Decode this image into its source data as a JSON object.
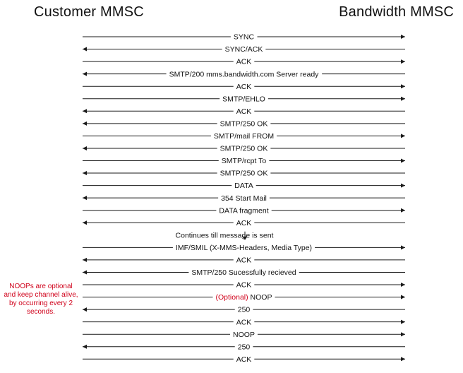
{
  "participants": {
    "left": "Customer MMSC",
    "right": "Bandwidth MMSC"
  },
  "colors": {
    "line": "#1a1a1a",
    "note": "#d0021b",
    "optional_label": "#d0021b"
  },
  "messages": [
    {
      "label": "SYNC",
      "direction": "right"
    },
    {
      "label": "SYNC/ACK",
      "direction": "left"
    },
    {
      "label": "ACK",
      "direction": "right"
    },
    {
      "label": "SMTP/200 mms.bandwidth.com Server ready",
      "direction": "left"
    },
    {
      "label": "ACK",
      "direction": "right"
    },
    {
      "label": "SMTP/EHLO",
      "direction": "right"
    },
    {
      "label": "ACK",
      "direction": "left"
    },
    {
      "label": "SMTP/250 OK",
      "direction": "left"
    },
    {
      "label": "SMTP/mail FROM",
      "direction": "right"
    },
    {
      "label": "SMTP/250 OK",
      "direction": "left"
    },
    {
      "label": "SMTP/rcpt To",
      "direction": "right"
    },
    {
      "label": "SMTP/250 OK",
      "direction": "left"
    },
    {
      "label": "DATA",
      "direction": "right"
    },
    {
      "label": "354 Start Mail",
      "direction": "left"
    },
    {
      "label": "DATA fragment",
      "direction": "right"
    },
    {
      "label": "ACK",
      "direction": "left"
    },
    {
      "label": "Continues till message is sent",
      "direction": "none",
      "arrow_down": true
    },
    {
      "label": "IMF/SMIL (X-MMS-Headers, Media Type)",
      "direction": "right"
    },
    {
      "label": "ACK",
      "direction": "left"
    },
    {
      "label": "SMTP/250 Sucessfully recieved",
      "direction": "left"
    },
    {
      "label": "ACK",
      "direction": "right"
    },
    {
      "label": "NOOP",
      "prefix": "(Optional)",
      "direction": "right"
    },
    {
      "label": "250",
      "direction": "left"
    },
    {
      "label": "ACK",
      "direction": "right"
    },
    {
      "label": "NOOP",
      "direction": "right"
    },
    {
      "label": "250",
      "direction": "left"
    },
    {
      "label": "ACK",
      "direction": "right"
    }
  ],
  "note": "NOOPs are optional and keep channel alive, by occurring every 2 seconds."
}
